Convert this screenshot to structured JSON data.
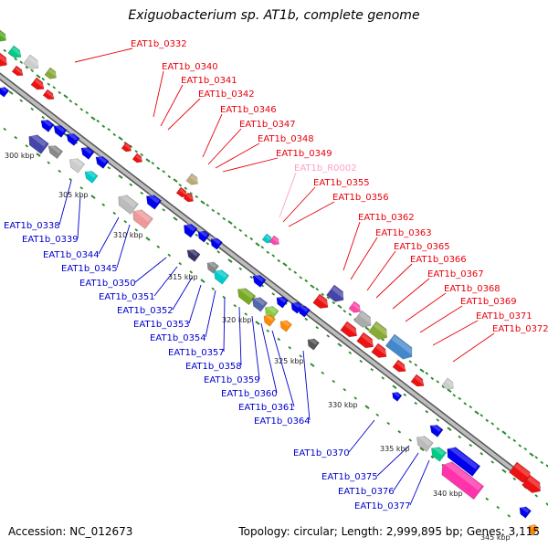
{
  "title": "Exiguobacterium sp. AT1b, complete genome",
  "accession": "Accession: NC_012673",
  "topology": "Topology: circular; Length: 2,999,895 bp; Genes: 3,115",
  "scale_labels": [
    "300 kbp",
    "305 kbp",
    "310 kbp",
    "315 kbp",
    "320 kbp",
    "325 kbp",
    "330 kbp",
    "335 kbp",
    "340 kbp",
    "345 kbp"
  ],
  "forward_genes": [
    "EAT1b_0332",
    "EAT1b_0340",
    "EAT1b_0341",
    "EAT1b_0342",
    "EAT1b_0346",
    "EAT1b_0347",
    "EAT1b_0348",
    "EAT1b_0349",
    "EAT1b_R0002",
    "EAT1b_0355",
    "EAT1b_0356",
    "EAT1b_0362",
    "EAT1b_0363",
    "EAT1b_0365",
    "EAT1b_0366",
    "EAT1b_0367",
    "EAT1b_0368",
    "EAT1b_0369",
    "EAT1b_0371",
    "EAT1b_0372"
  ],
  "reverse_genes": [
    "EAT1b_0338",
    "EAT1b_0339",
    "EAT1b_0344",
    "EAT1b_0345",
    "EAT1b_0350",
    "EAT1b_0351",
    "EAT1b_0352",
    "EAT1b_0353",
    "EAT1b_0354",
    "EAT1b_0357",
    "EAT1b_0358",
    "EAT1b_0359",
    "EAT1b_0360",
    "EAT1b_0361",
    "EAT1b_0364",
    "EAT1b_0370",
    "EAT1b_0375",
    "EAT1b_0376",
    "EAT1b_0377"
  ],
  "colors": {
    "forward_label": "#e8000b",
    "reverse_label": "#0000cc",
    "rna_label": "#ff9ec8",
    "backbone": "#9a9a9a",
    "tick": "#2a8a2a"
  }
}
